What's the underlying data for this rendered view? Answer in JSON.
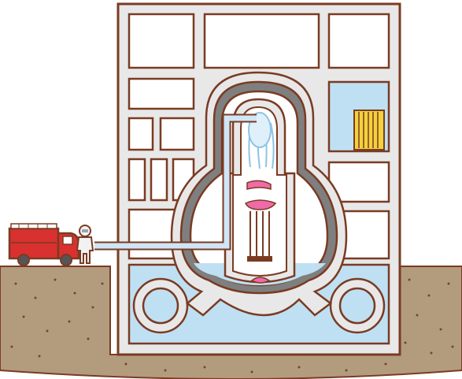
{
  "scene": {
    "subject": "reactor-building-cutaway",
    "elements": [
      "reactor-building",
      "containment-vessel",
      "reactor-pressure-vessel",
      "spent-fuel-pool",
      "fuel-rods",
      "water-injection-pipe",
      "fire-truck",
      "worker-in-protective-suit",
      "suppression-pool-torus",
      "ground"
    ]
  },
  "colors": {
    "outline": "#7a3b23",
    "wall": "#e8e8e8",
    "containment": "#7f7f7f",
    "water": "#bfe0f2",
    "pipe": "#cfe6f6",
    "fuel": "#f2d23c",
    "melted_fuel": "#f06aa8",
    "ground": "#b39b7e",
    "ground_dots": "#6b4a2f",
    "truck": "#d9312f",
    "suit": "#f2f2f2"
  }
}
